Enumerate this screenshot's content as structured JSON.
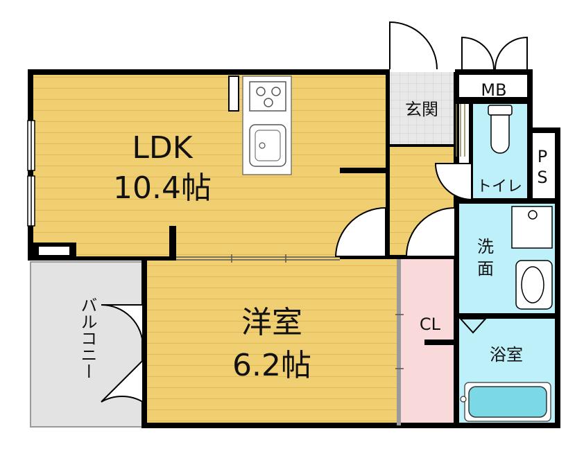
{
  "rooms": {
    "ldk": {
      "name": "LDK",
      "size": "10.4帖"
    },
    "western": {
      "name": "洋室",
      "size": "6.2帖"
    },
    "entrance": {
      "name": "玄関"
    },
    "closet": {
      "name": "CL"
    },
    "toilet": {
      "name": "トイレ"
    },
    "washroom": {
      "name_line1": "洗",
      "name_line2": "面"
    },
    "bathroom": {
      "name": "浴室"
    },
    "balcony": {
      "name": "バルコニー"
    },
    "meter_box": {
      "name": "MB"
    },
    "pipe_space": {
      "name_line1": "P",
      "name_line2": "S"
    }
  },
  "colors": {
    "wood_floor": "#F0CF72",
    "wood_line": "#E2BA55",
    "wet_area": "#BDF0F8",
    "closet": "#FAD9DA",
    "balcony": "#E3E3E3",
    "entrance_tile": "#E8E8E8",
    "wall": "#000000"
  }
}
